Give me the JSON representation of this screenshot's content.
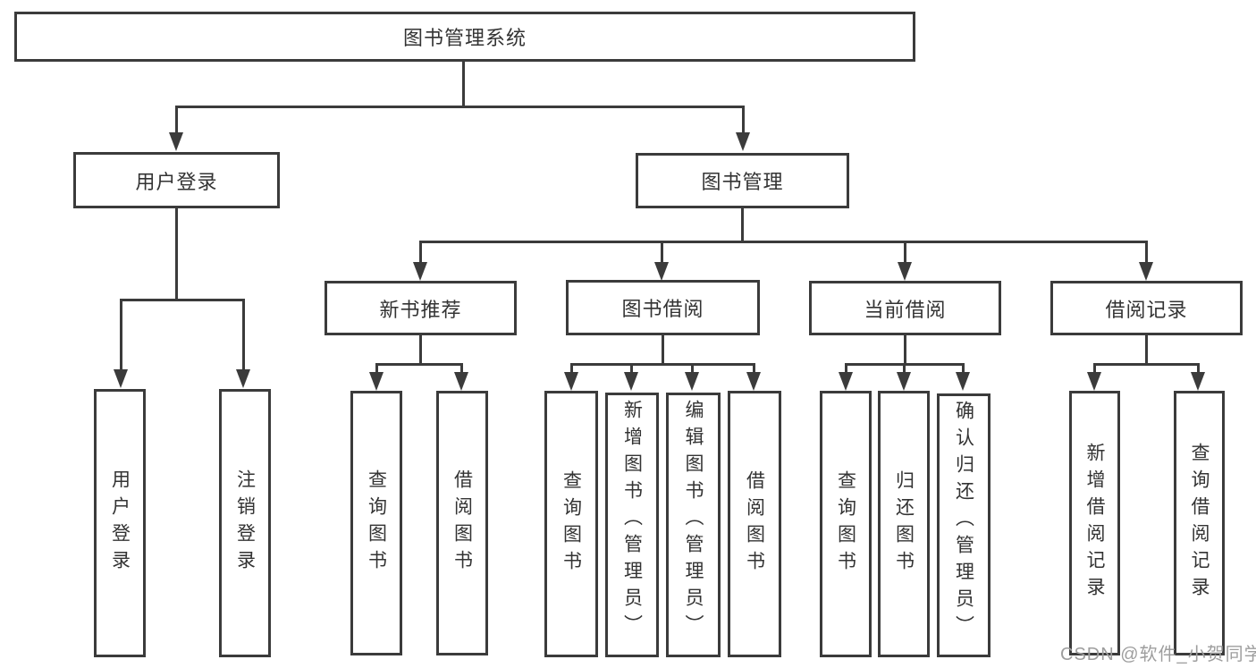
{
  "tree": {
    "root": {
      "label": "图书管理系统"
    },
    "children": [
      {
        "label": "用户登录",
        "children": [
          {
            "label": "用户登录"
          },
          {
            "label": "注销登录"
          }
        ]
      },
      {
        "label": "图书管理",
        "children": [
          {
            "label": "新书推荐",
            "children": [
              {
                "label": "查询图书"
              },
              {
                "label": "借阅图书"
              }
            ]
          },
          {
            "label": "图书借阅",
            "children": [
              {
                "label": "查询图书"
              },
              {
                "label": "新增图书（管理员）"
              },
              {
                "label": "编辑图书（管理员）"
              },
              {
                "label": "借阅图书"
              }
            ]
          },
          {
            "label": "当前借阅",
            "children": [
              {
                "label": "查询图书"
              },
              {
                "label": "归还图书"
              },
              {
                "label": "确认归还（管理员）"
              }
            ]
          },
          {
            "label": "借阅记录",
            "children": [
              {
                "label": "新增借阅记录"
              },
              {
                "label": "查询借阅记录"
              }
            ]
          }
        ]
      }
    ]
  },
  "watermark": {
    "text": "CSDN @软件_小贺同学"
  },
  "colors": {
    "line": "#3b3b3b",
    "text": "#333333",
    "watermark": "#9e9e9e",
    "box_bg": "#ffffff",
    "page_bg": "#ffffff"
  }
}
